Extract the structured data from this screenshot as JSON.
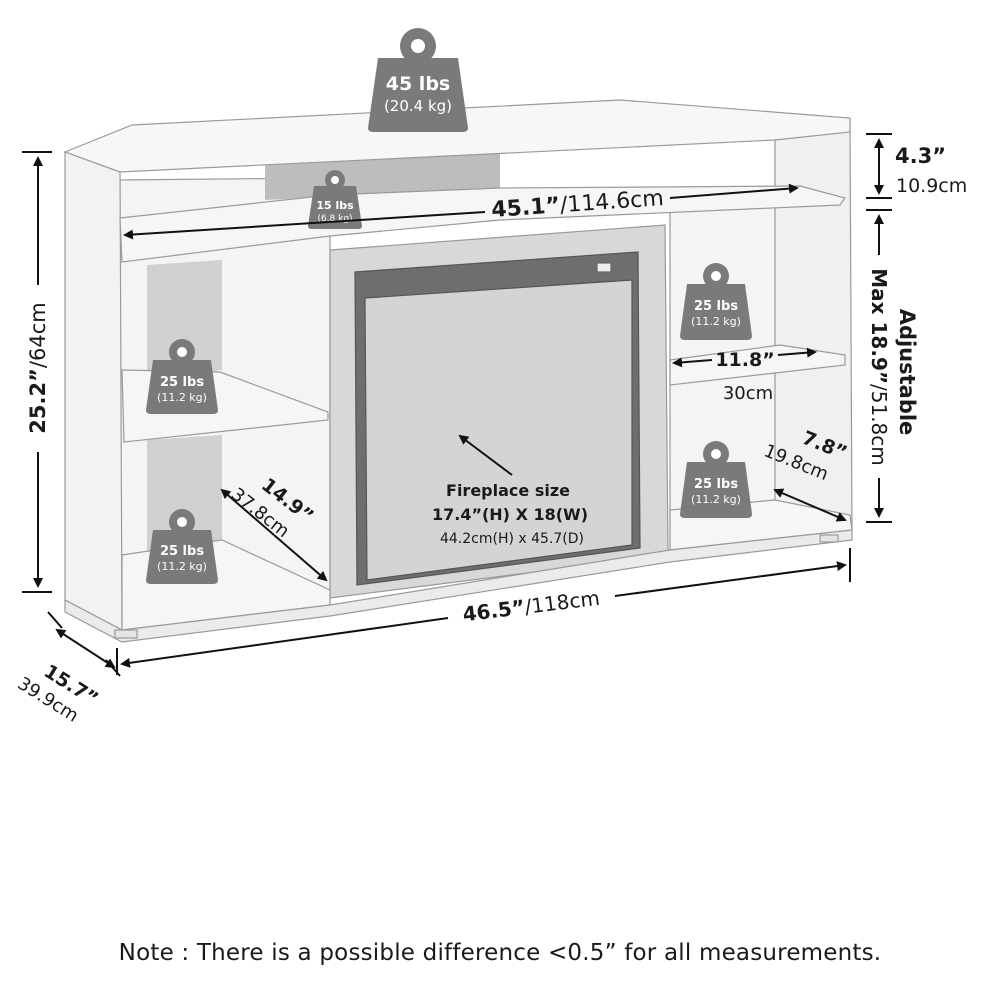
{
  "weights": {
    "top": {
      "lbs": "45 lbs",
      "kg": "(20.4 kg)"
    },
    "middle_shelf": {
      "lbs": "15 lbs",
      "kg": "(6.8 kg)"
    },
    "left_mid_shelf": {
      "lbs": "25 lbs",
      "kg": "(11.2 kg)"
    },
    "left_bottom_shelf": {
      "lbs": "25 lbs",
      "kg": "(11.2 kg)"
    },
    "right_mid_shelf": {
      "lbs": "25 lbs",
      "kg": "(11.2 kg)"
    },
    "right_bottom_shelf": {
      "lbs": "25 lbs",
      "kg": "(11.2 kg)"
    }
  },
  "dimensions": {
    "height": {
      "in": "25.2”",
      "cm": "/64cm"
    },
    "top_clearance": {
      "in": "4.3”",
      "cm": "10.9cm"
    },
    "adjustable": {
      "label": "Adjustable",
      "in": "Max 18.9”",
      "cm": "/51.8cm"
    },
    "upper_width": {
      "in": "45.1”",
      "cm": "/114.6cm"
    },
    "shelf_width": {
      "in": "11.8”",
      "cm": "30cm"
    },
    "right_depth": {
      "in": "7.8”",
      "cm": "19.8cm"
    },
    "left_depth": {
      "in": "14.9”",
      "cm": "37.8cm"
    },
    "total_width": {
      "in": "46.5”",
      "cm": "/118cm"
    },
    "total_depth": {
      "in": "15.7”",
      "cm": "39.9cm"
    }
  },
  "fireplace": {
    "title": "Fireplace size",
    "imperial": "17.4”(H) X 18(W)",
    "metric": "44.2cm(H) x 45.7(D)"
  },
  "note": "Note : There is a possible difference <0.5” for all measurements."
}
